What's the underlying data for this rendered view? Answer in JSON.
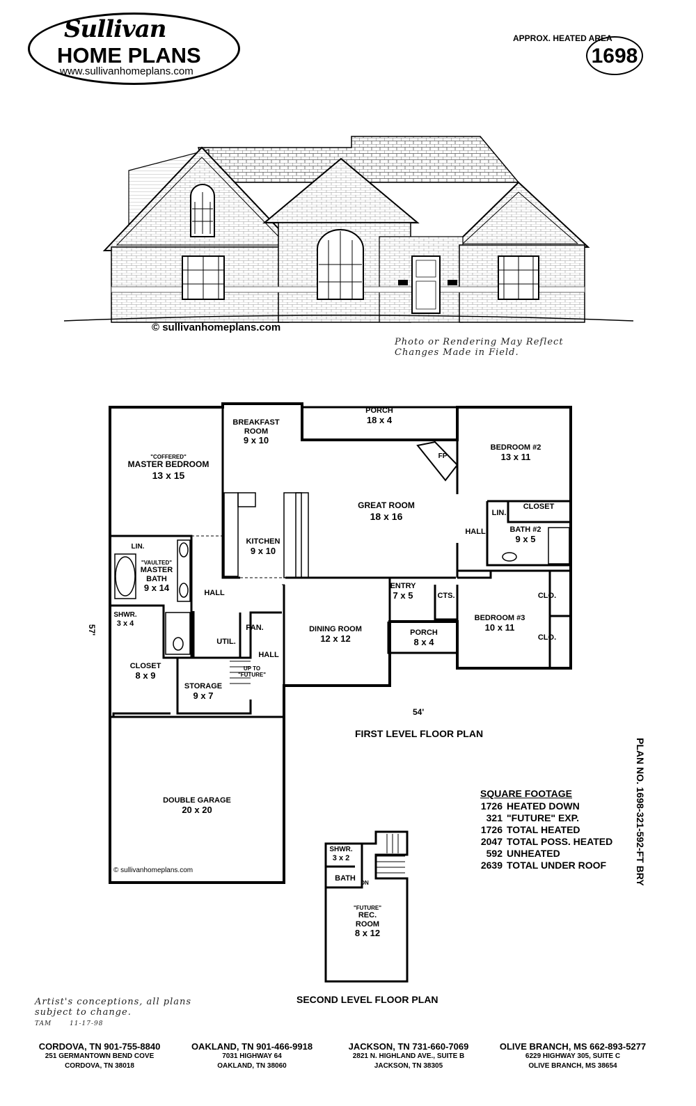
{
  "brand": {
    "script": "Sullivan",
    "name": "HOME PLANS",
    "url": "www.sullivanhomeplans.com"
  },
  "heated_area": {
    "label": "APPROX. HEATED AREA",
    "value": "1698"
  },
  "rendering": {
    "copyright": "© sullivanhomeplans.com",
    "note_line1": "Photo or Rendering May Reflect",
    "note_line2": "Changes Made in Field."
  },
  "first_floor": {
    "rooms": {
      "porch_rear": {
        "name": "PORCH",
        "size": "18 x 4"
      },
      "breakfast": {
        "name": "BREAKFAST ROOM",
        "name1": "BREAKFAST",
        "name2": "ROOM",
        "size": "9 x 10"
      },
      "master_bedroom": {
        "tag": "\"COFFERED\"",
        "name": "MASTER BEDROOM",
        "size": "13 x 15"
      },
      "bedroom2": {
        "name": "BEDROOM #2",
        "size": "13 x 11"
      },
      "fp": "FP",
      "great_room": {
        "name": "GREAT ROOM",
        "size": "18 x 16"
      },
      "closet_b2": "CLOSET",
      "lin_b2": "LIN.",
      "hall_right": "HALL",
      "bath2": {
        "name": "BATH #2",
        "size": "9 x 5"
      },
      "kitchen": {
        "name": "KITCHEN",
        "size": "9 x 10"
      },
      "lin_master": "LIN.",
      "master_bath": {
        "tag": "\"VAULTED\"",
        "name1": "MASTER",
        "name2": "BATH",
        "size": "9 x 14"
      },
      "hall_center": "HALL",
      "entry": {
        "name": "ENTRY",
        "size": "7 x 5"
      },
      "cts": "CTS.",
      "clo1": "CLO.",
      "bedroom3": {
        "name": "BEDROOM #3",
        "size": "10 x 11"
      },
      "clo2": "CLO.",
      "shower": {
        "name": "SHWR.",
        "size": "3 x 4"
      },
      "pantry": "PAN.",
      "util": "UTIL.",
      "hall_small": "HALL",
      "dining": {
        "name": "DINING ROOM",
        "size": "12 x 12"
      },
      "porch_front": {
        "name": "PORCH",
        "size": "8 x 4"
      },
      "closet_master": {
        "name": "CLOSET",
        "size": "8 x 9"
      },
      "stair_note1": "UP TO",
      "stair_note2": "\"FUTURE\"",
      "storage": {
        "name": "STORAGE",
        "size": "9 x 7"
      },
      "garage": {
        "name": "DOUBLE GARAGE",
        "size": "20 x 20"
      }
    },
    "dim_depth": "57'",
    "dim_width": "54'",
    "title": "FIRST LEVEL FLOOR PLAN",
    "copyright": "© sullivanhomeplans.com"
  },
  "second_floor": {
    "shower": {
      "name": "SHWR.",
      "size": "3 x 2"
    },
    "bath": "BATH",
    "dn": "DN",
    "rec": {
      "tag": "\"FUTURE\"",
      "name1": "REC.",
      "name2": "ROOM",
      "size": "8 x 12"
    },
    "title": "SECOND LEVEL FLOOR PLAN"
  },
  "square_footage": {
    "title": "SQUARE FOOTAGE",
    "rows": [
      {
        "num": "1726",
        "label": "HEATED DOWN"
      },
      {
        "num": "321",
        "label": "\"FUTURE\" EXP."
      },
      {
        "num": "1726",
        "label": "TOTAL HEATED"
      },
      {
        "num": "2047",
        "label": "TOTAL POSS. HEATED"
      },
      {
        "num": "592",
        "label": "UNHEATED"
      },
      {
        "num": "2639",
        "label": "TOTAL UNDER ROOF"
      }
    ]
  },
  "plan_number": "PLAN NO. 1698-321-592-FT BRY",
  "disclaimer": {
    "line1": "Artist's conceptions, all plans",
    "line2": "subject to change.",
    "initials": "TAM",
    "date": "11-17-98"
  },
  "offices": [
    {
      "city": "CORDOVA, TN   901-755-8840",
      "line1": "251 GERMANTOWN BEND COVE",
      "line2": "CORDOVA, TN 38018"
    },
    {
      "city": "OAKLAND, TN   901-466-9918",
      "line1": "7031 HIGHWAY 64",
      "line2": "OAKLAND, TN 38060"
    },
    {
      "city": "JACKSON, TN   731-660-7069",
      "line1": "2821 N. HIGHLAND AVE., SUITE B",
      "line2": "JACKSON, TN 38305"
    },
    {
      "city": "OLIVE BRANCH, MS   662-893-5277",
      "line1": "6229 HIGHWAY 305, SUITE C",
      "line2": "OLIVE BRANCH, MS 38654"
    }
  ]
}
